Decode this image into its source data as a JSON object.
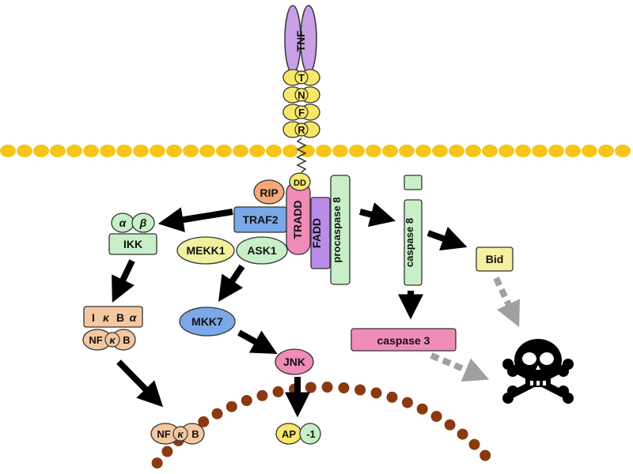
{
  "colors": {
    "membrane": "#f5c518",
    "nuclear": "#8b3a10",
    "tnf": "#c9a0e8",
    "receptor": "#f7e86a",
    "rip": "#f5a878",
    "traf2": "#7aa8e8",
    "tradd": "#f08cb8",
    "fadd": "#b98ce8",
    "caspase8": "#c8f0c8",
    "mekk1": "#f0f0a0",
    "ask1": "#c8f0c8",
    "mkk7": "#7aa8e8",
    "jnk": "#f08cb8",
    "ikk": "#c8f0c8",
    "nfkb": "#f5c8a0",
    "bid": "#f7f0a0",
    "caspase3": "#f08cb8",
    "arrow": "#000000",
    "dashed": "#a0a0a0"
  },
  "receptor": {
    "tnf": "TNF",
    "letters": [
      "T",
      "N",
      "F",
      "R"
    ],
    "dd": "DD"
  },
  "complex": {
    "rip": "RIP",
    "traf2": "TRAF2",
    "tradd": "TRADD",
    "fadd": "FADD",
    "procaspase8": "procaspase 8"
  },
  "ikk": {
    "alpha": "α",
    "beta": "β",
    "label": "IKK"
  },
  "ikba": {
    "i": "I",
    "kappa": "κ",
    "b": "B",
    "alpha": "α"
  },
  "nfkb": {
    "nf": "NF",
    "kappa": "κ",
    "b": "B"
  },
  "mapk": {
    "mekk1": "MEKK1",
    "ask1": "ASK1",
    "mkk7": "MKK7",
    "jnk": "JNK",
    "ap": "AP",
    "one": "-1"
  },
  "apoptosis": {
    "caspase8": "caspase 8",
    "bid": "Bid",
    "caspase3": "caspase 3"
  },
  "icons": {
    "death": "skull-and-crossbones-icon"
  }
}
